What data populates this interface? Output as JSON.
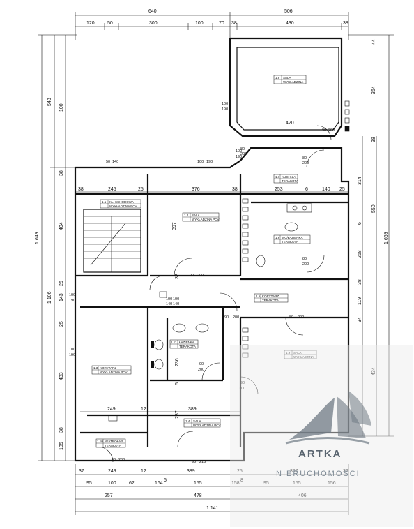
{
  "colors": {
    "line": "#111111",
    "watermark_text": "#5a6570",
    "watermark_logo": "#6f7a84"
  },
  "dims_top": {
    "total_left": "640",
    "total_right": "506",
    "row2": [
      "120",
      "50",
      "300",
      "100",
      "70",
      "38",
      "430",
      "38"
    ]
  },
  "dims_bottom": {
    "row1": [
      "37",
      "249",
      "12",
      "389",
      "25",
      "397",
      "32"
    ],
    "row2": [
      "95",
      "100",
      "62",
      "164",
      "5",
      "155",
      "158",
      "8",
      "95",
      "155",
      "156"
    ],
    "row3": [
      "257",
      "478",
      "406"
    ],
    "total": "1 141"
  },
  "dims_left": {
    "outer_top": "543",
    "outer_bottom": "1 106",
    "outer_total": "1 649",
    "inner": [
      "100",
      "38",
      "404",
      "25",
      "143",
      "25",
      "433",
      "38",
      "105"
    ]
  },
  "dims_right": {
    "outer_total": "1 659",
    "mid": "550",
    "lower": "434",
    "inner": [
      "44",
      "364",
      "38",
      "314",
      "6",
      "268",
      "38",
      "119",
      "34"
    ]
  },
  "inner_dims": [
    "245",
    "25",
    "376",
    "38",
    "253",
    "6",
    "140",
    "25",
    "420",
    "397",
    "236",
    "287",
    "249",
    "12",
    "389",
    "6",
    "32"
  ],
  "openings": [
    {
      "w": "50",
      "h": "140"
    },
    {
      "w": "100",
      "h": "190"
    },
    {
      "w": "100",
      "h": "190"
    },
    {
      "w": "90",
      "h": "200"
    },
    {
      "w": "80",
      "h": "200"
    },
    {
      "w": "80",
      "h": "200"
    },
    {
      "w": "100",
      "h": "190"
    },
    {
      "w": "100",
      "h": "190"
    },
    {
      "w": "90",
      "h": "200"
    },
    {
      "w": "90",
      "h": "200"
    },
    {
      "w": "90",
      "h": "200"
    },
    {
      "w": "100",
      "h": "140"
    },
    {
      "w": "90",
      "h": "200"
    },
    {
      "w": "90",
      "h": "200"
    },
    {
      "w": "80",
      "h": "200"
    },
    {
      "w": "95",
      "h": "215"
    },
    {
      "w": "90",
      "h": "200"
    },
    {
      "w": "100",
      "h": "190"
    },
    {
      "w": "100",
      "h": "140"
    },
    {
      "w": "80",
      "h": "200"
    }
  ],
  "rooms": [
    {
      "code": "1.8",
      "name": "SALA",
      "floor": "WYKŁADZINA"
    },
    {
      "code": "1.1",
      "name": "KL. SCHODOWA",
      "floor": "WYKŁADZINA PCV"
    },
    {
      "code": "1.2",
      "name": "SALA",
      "floor": "WYKŁADZINA PCV"
    },
    {
      "code": "1.7",
      "name": "KUCHNIA",
      "floor": "TERAKOTA"
    },
    {
      "code": "1.6",
      "name": "WC/ŁAZIENKA",
      "floor": "TERAKOTA"
    },
    {
      "code": "1.5",
      "name": "KORYTARZ",
      "floor": "TERAKOTA"
    },
    {
      "code": "1.3",
      "name": "KORYTARZ",
      "floor": "WYKŁADZINA PCV"
    },
    {
      "code": "1.11",
      "name": "ŁAZIENKA",
      "floor": "TERAKOTA"
    },
    {
      "code": "1.4",
      "name": "SALA",
      "floor": "WYKŁADZINA PCV"
    },
    {
      "code": "1.9",
      "name": "SALA",
      "floor": "WYKŁADZINA"
    },
    {
      "code": "1.10",
      "name": "WIATROŁAP",
      "floor": "TERAKOTA"
    }
  ],
  "watermark": {
    "brand": "ARTKA",
    "sub": "NIERUCHOMOŚCI"
  }
}
